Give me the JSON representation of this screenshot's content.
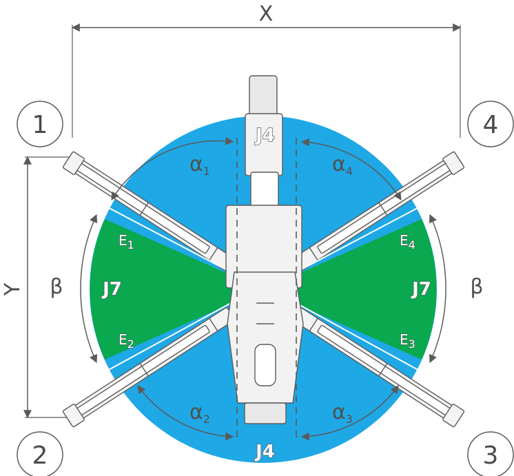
{
  "dimensions": {
    "x_label": "X",
    "y_label": "Y"
  },
  "outriggers": [
    {
      "number": "1"
    },
    {
      "number": "2"
    },
    {
      "number": "3"
    },
    {
      "number": "4"
    }
  ],
  "zones": {
    "top": "J4",
    "bottom": "J4",
    "left": "J7",
    "right": "J7"
  },
  "angles": {
    "alpha": "α",
    "alpha_subs": [
      "1",
      "2",
      "3",
      "4"
    ],
    "beta_left": "β",
    "beta_right": "β"
  },
  "edges": {
    "letter": "E",
    "subs": [
      "1",
      "2",
      "3",
      "4"
    ]
  },
  "colors": {
    "zone_j4": "#1fa8e6",
    "zone_j7": "#0aa84f",
    "line": "#5a5a5a"
  }
}
